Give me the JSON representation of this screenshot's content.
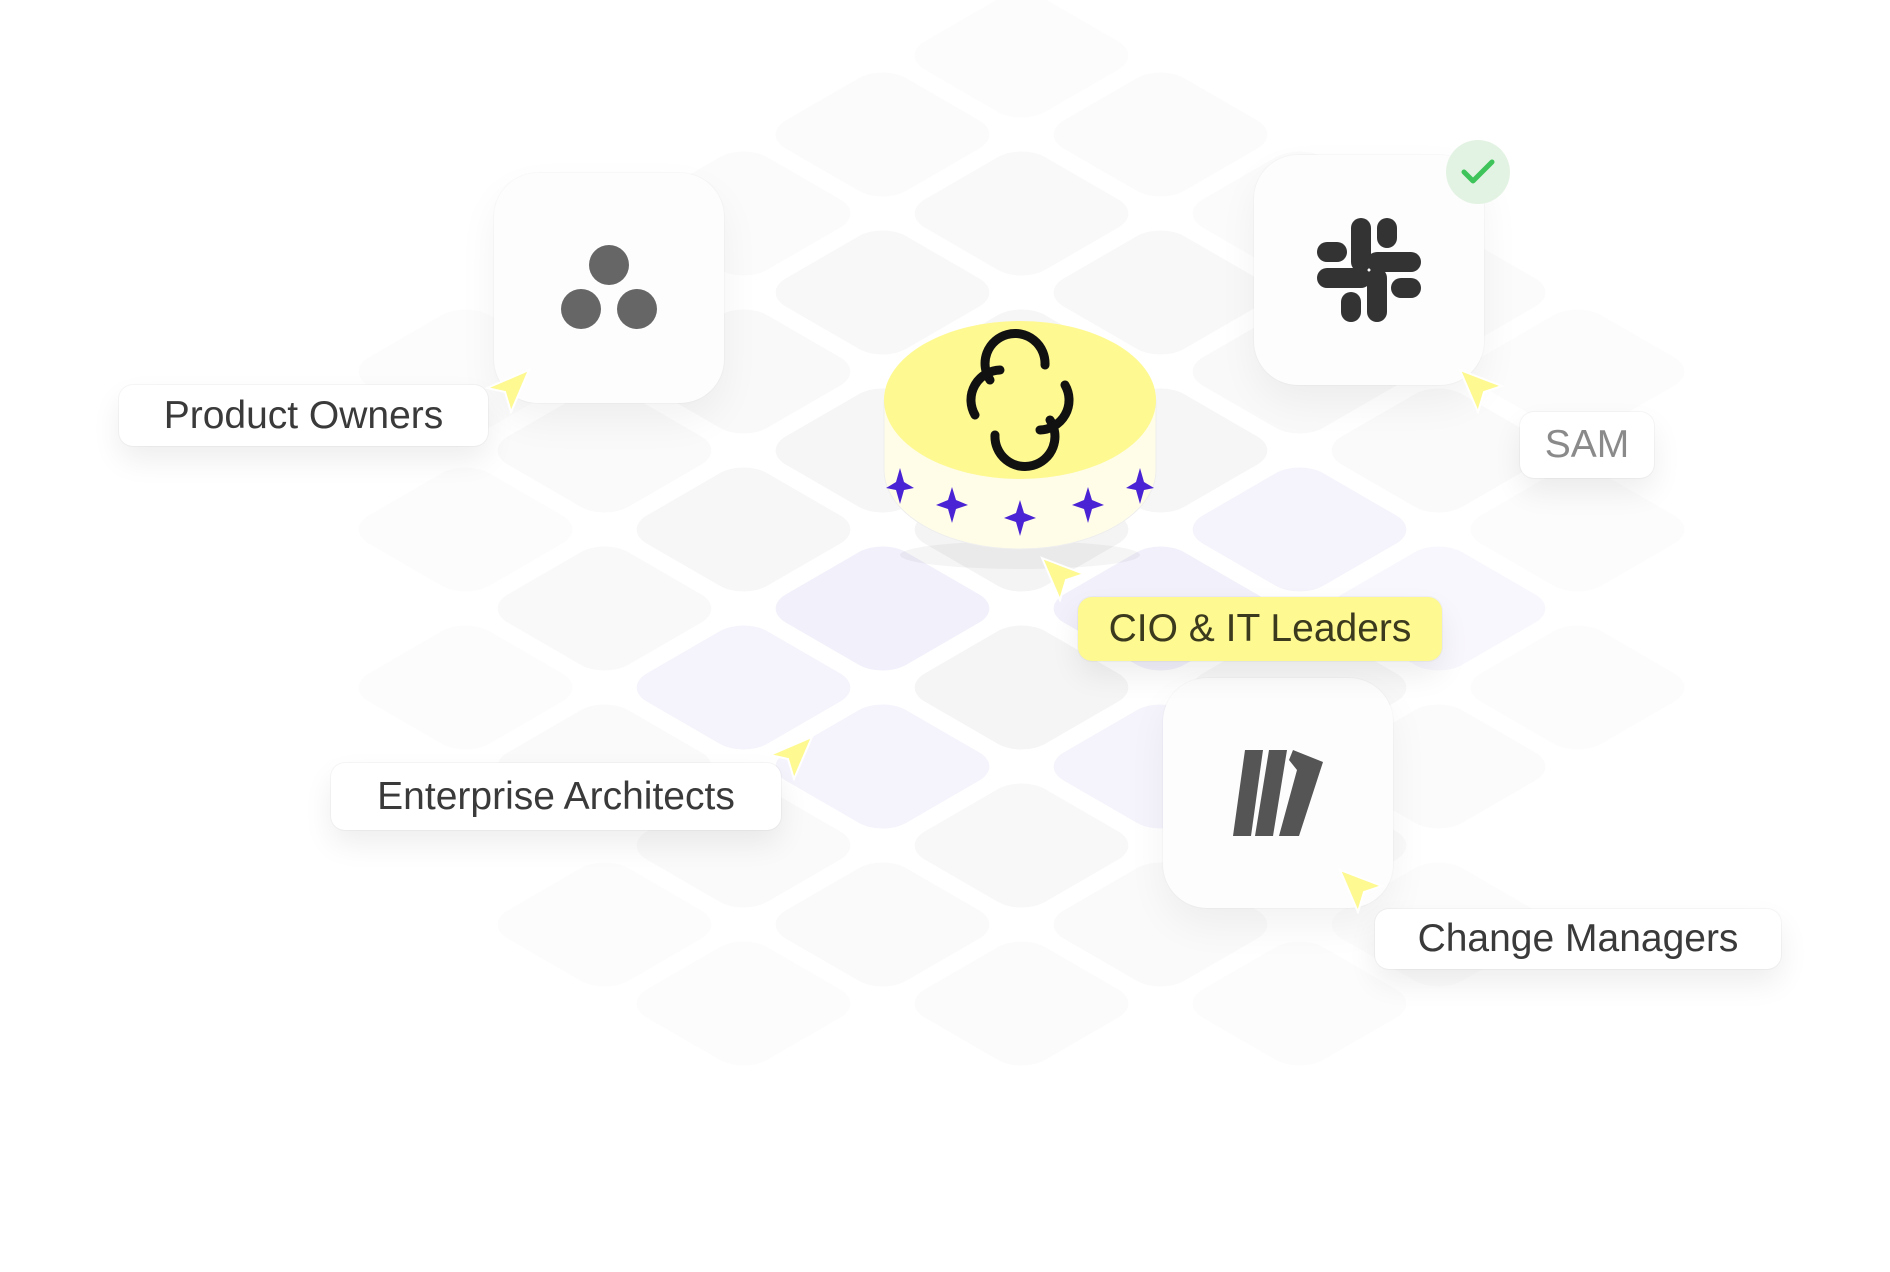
{
  "labels": {
    "product_owners": "Product Owners",
    "sam": "SAM",
    "cio": "CIO & IT Leaders",
    "enterprise_architects": "Enterprise Architects",
    "change_managers": "Change Managers"
  },
  "icons": {
    "asana": "asana-logo-icon",
    "slack": "slack-logo-icon",
    "miro": "miro-logo-icon",
    "center": "platform-logo-icon",
    "check": "check-icon",
    "cursor": "cursor-arrow-icon"
  },
  "colors": {
    "accent_yellow": "#fef991",
    "star_purple": "#4a23d4",
    "check_green": "#3ec45a",
    "text_dark": "#3a3a3a",
    "text_gray": "#8a8a8a"
  }
}
